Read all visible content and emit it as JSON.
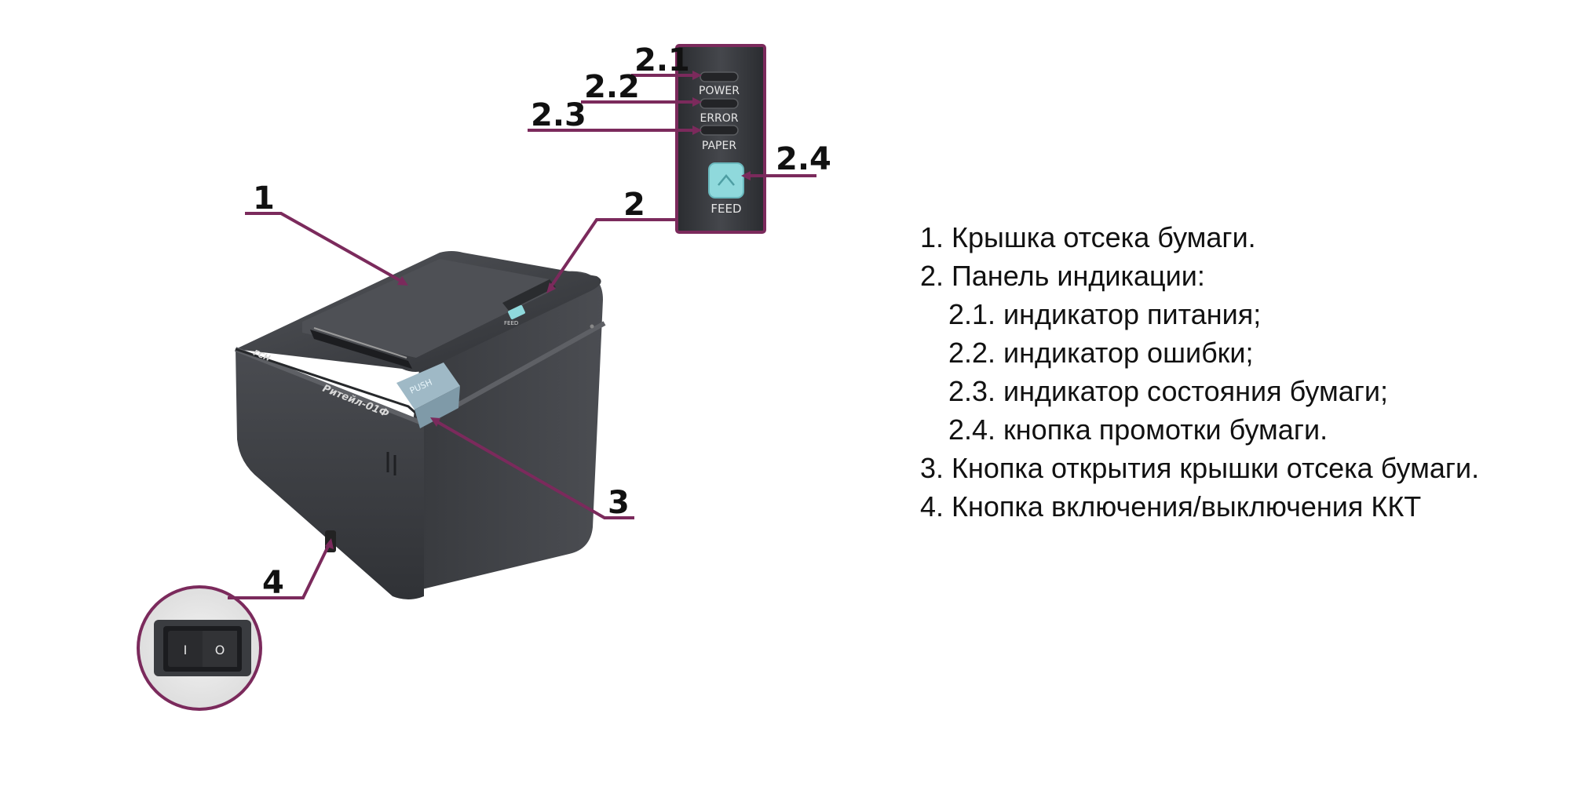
{
  "colors": {
    "callout": "#7b2a5c",
    "printer_body": "#3f4145",
    "accent_button": "#8fd9dc"
  },
  "callouts": {
    "c1": "1",
    "c2": "2",
    "c2_1": "2.1",
    "c2_2": "2.2",
    "c2_3": "2.3",
    "c2_4": "2.4",
    "c3": "3",
    "c4": "4"
  },
  "panel": {
    "power": "POWER",
    "error": "ERROR",
    "paper": "PAPER",
    "feed": "FEED"
  },
  "printer": {
    "model_name": "Ритейл-01Ф",
    "push_label": "PUSH",
    "feed_small": "FEED"
  },
  "switch": {
    "on_mark": "I",
    "off_mark": "O"
  },
  "legend": {
    "item1": "1. Крышка отсека бумаги.",
    "item2": "2. Панель индикации:",
    "item2_1": "2.1. индикатор питания;",
    "item2_2": "2.2. индикатор ошибки;",
    "item2_3": "2.3. индикатор состояния бумаги;",
    "item2_4": "2.4. кнопка промотки бумаги.",
    "item3": "3. Кнопка открытия крышки отсека бумаги.",
    "item4": "4. Кнопка включения/выключения ККТ"
  }
}
